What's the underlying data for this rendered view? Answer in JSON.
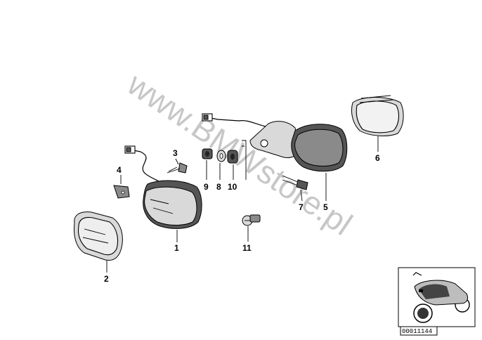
{
  "watermark": "www.BMWstore.pl",
  "parts": [
    {
      "id": "p1",
      "label": "1"
    },
    {
      "id": "p2",
      "label": "2"
    },
    {
      "id": "p3",
      "label": "3"
    },
    {
      "id": "p4",
      "label": "4"
    },
    {
      "id": "p5",
      "label": "5"
    },
    {
      "id": "p6",
      "label": "6"
    },
    {
      "id": "p7",
      "label": "7"
    },
    {
      "id": "p8",
      "label": "8"
    },
    {
      "id": "p9",
      "label": "9"
    },
    {
      "id": "p10",
      "label": "10"
    },
    {
      "id": "p11",
      "label": "11"
    }
  ],
  "thumbnail": {
    "code": "00011144",
    "icon": "motorcycle-icon"
  }
}
